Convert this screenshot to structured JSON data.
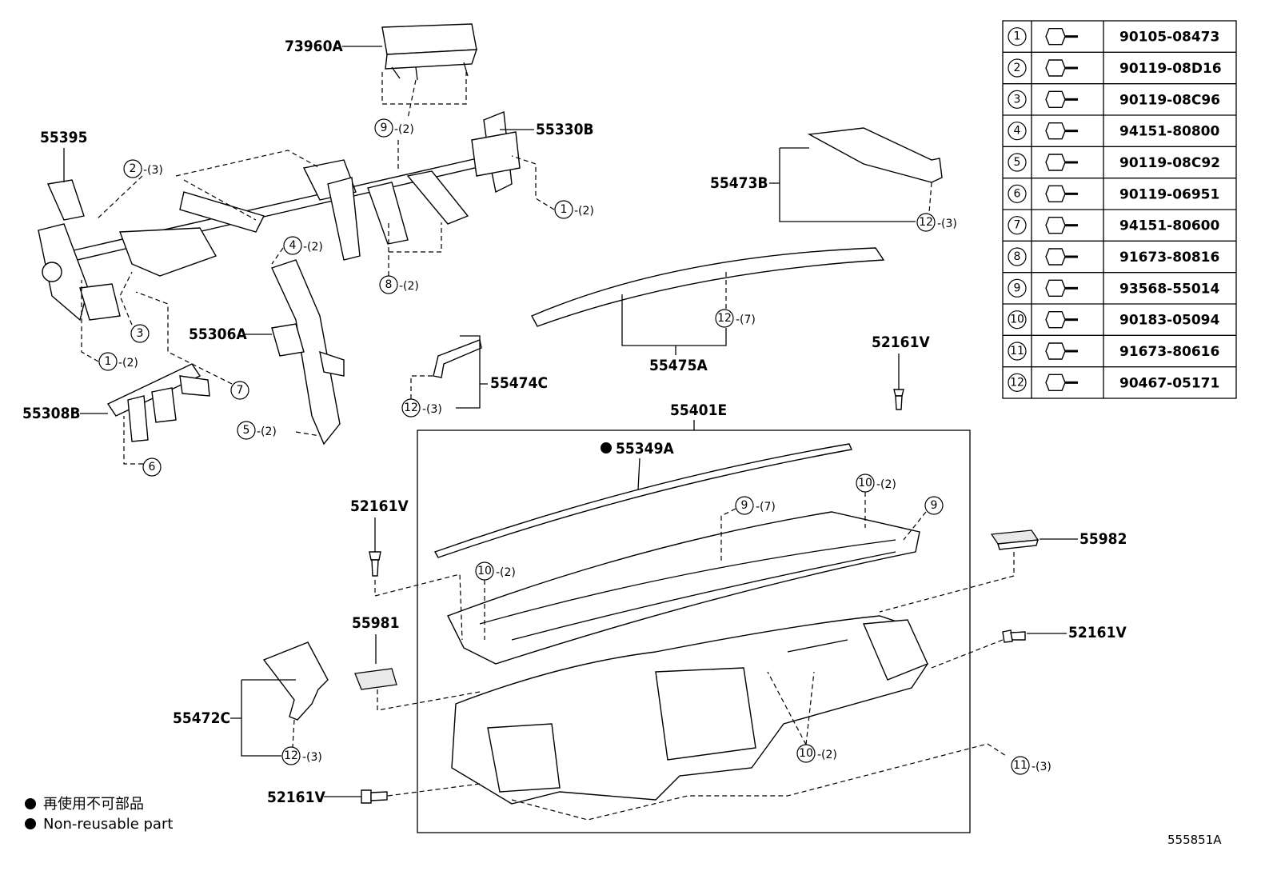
{
  "labels": {
    "p73960A": "73960A",
    "p55395": "55395",
    "p55330B": "55330B",
    "p55473B": "55473B",
    "p55306A": "55306A",
    "p55308B": "55308B",
    "p55475A": "55475A",
    "p55474C": "55474C",
    "p52161V_a": "52161V",
    "p55401E": "55401E",
    "p55349A": "55349A",
    "p52161V_b": "52161V",
    "p55982": "55982",
    "p55981": "55981",
    "p52161V_c": "52161V",
    "p55472C": "55472C",
    "p52161V_d": "52161V"
  },
  "callouts": [
    {
      "num": "9",
      "qty": "-(2)"
    },
    {
      "num": "2",
      "qty": "-(3)"
    },
    {
      "num": "1",
      "qty": "-(2)"
    },
    {
      "num": "12",
      "qty": "-(3)"
    },
    {
      "num": "4",
      "qty": "-(2)"
    },
    {
      "num": "8",
      "qty": "-(2)"
    },
    {
      "num": "3",
      "qty": ""
    },
    {
      "num": "1",
      "qty": "-(2)"
    },
    {
      "num": "12",
      "qty": "-(7)"
    },
    {
      "num": "7",
      "qty": ""
    },
    {
      "num": "5",
      "qty": "-(2)"
    },
    {
      "num": "6",
      "qty": ""
    },
    {
      "num": "12",
      "qty": "-(3)"
    },
    {
      "num": "10",
      "qty": "-(2)"
    },
    {
      "num": "9",
      "qty": "-(7)"
    },
    {
      "num": "9",
      "qty": ""
    },
    {
      "num": "10",
      "qty": "-(2)"
    },
    {
      "num": "10",
      "qty": "-(2)"
    },
    {
      "num": "12",
      "qty": "-(3)"
    },
    {
      "num": "11",
      "qty": "-(3)"
    }
  ],
  "fastener_table": [
    {
      "num": "1",
      "part": "90105-08473"
    },
    {
      "num": "2",
      "part": "90119-08D16"
    },
    {
      "num": "3",
      "part": "90119-08C96"
    },
    {
      "num": "4",
      "part": "94151-80800"
    },
    {
      "num": "5",
      "part": "90119-08C92"
    },
    {
      "num": "6",
      "part": "90119-06951"
    },
    {
      "num": "7",
      "part": "94151-80600"
    },
    {
      "num": "8",
      "part": "91673-80816"
    },
    {
      "num": "9",
      "part": "93568-55014"
    },
    {
      "num": "10",
      "part": "90183-05094"
    },
    {
      "num": "11",
      "part": "91673-80616"
    },
    {
      "num": "12",
      "part": "90467-05171"
    }
  ],
  "legend": {
    "line1": "再使用不可部品",
    "line2": "Non-reusable part"
  },
  "reference_id": "555851A"
}
